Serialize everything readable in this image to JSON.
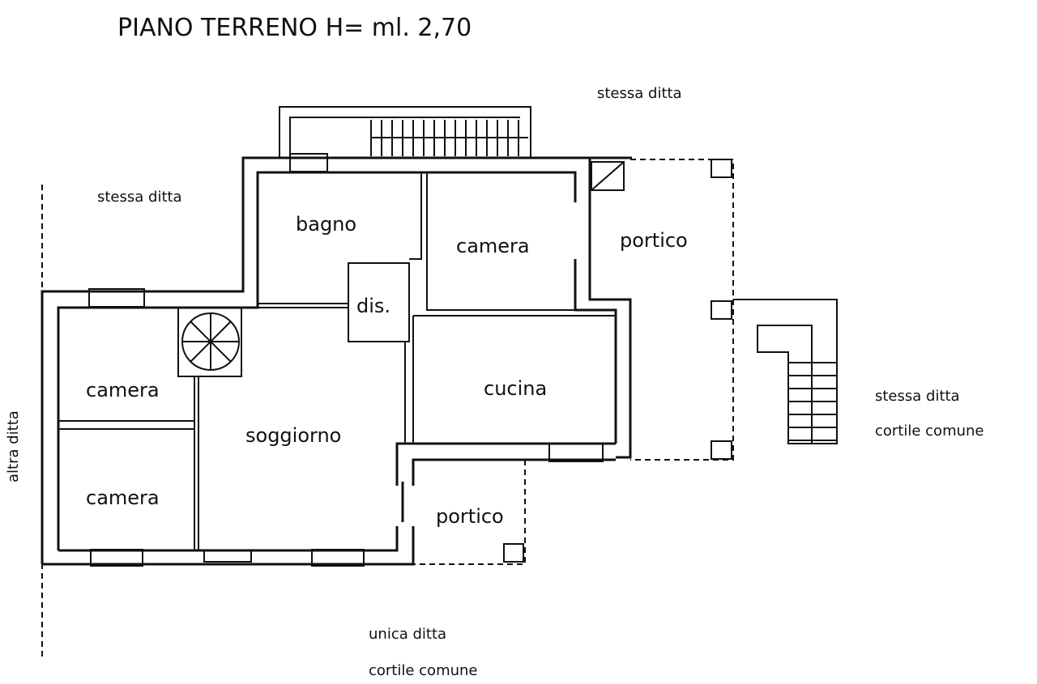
{
  "title": "PIANO TERRENO H= ml. 2,70",
  "rooms": {
    "bagno": "bagno",
    "camera_top": "camera",
    "portico_right": "portico",
    "dis": "dis.",
    "cucina": "cucina",
    "soggiorno": "soggiorno",
    "camera_left_top": "camera",
    "camera_left_bottom": "camera",
    "portico_bottom": "portico"
  },
  "surroundings": {
    "top": "stessa ditta",
    "top_left": "stessa ditta",
    "left": "altra ditta",
    "right_line1": "stessa ditta",
    "right_line2": "cortile comune",
    "bottom_line1": "unica ditta",
    "bottom_line2": "cortile comune"
  }
}
